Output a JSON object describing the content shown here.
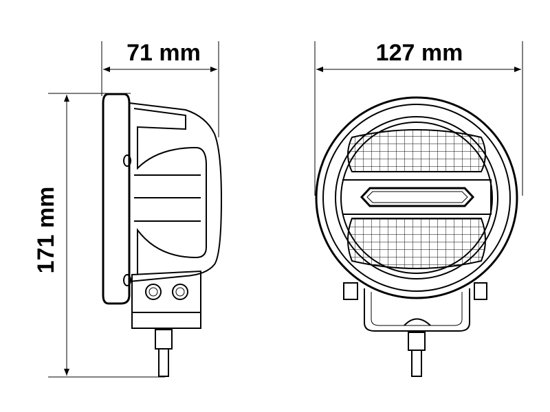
{
  "dimensions": {
    "depth_label": "71 mm",
    "width_label": "127 mm",
    "height_label": "171 mm"
  },
  "colors": {
    "line": "#000000",
    "background": "#ffffff"
  }
}
